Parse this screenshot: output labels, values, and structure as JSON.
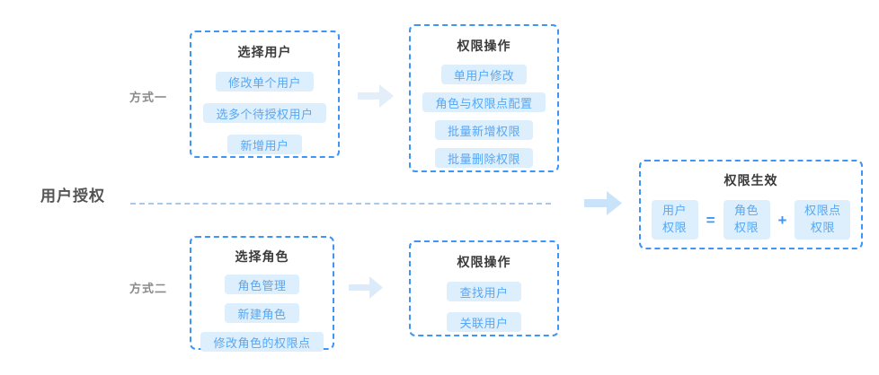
{
  "diagram": {
    "section_label": "用户授权",
    "colors": {
      "card_border": "#3d95f5",
      "pill_bg": "#ddeefc",
      "pill_text": "#56a8f5",
      "title_text": "#3a3a3a",
      "section_label_text": "#545454",
      "branch_label_text": "#8a8a8a",
      "divider": "#a9c9e8",
      "arrow_top": "#e3eef9",
      "arrow_bottom": "#dcebfb",
      "arrow_middle": "#c9e3fb",
      "background": "#ffffff"
    },
    "branches": [
      {
        "label": "方式一",
        "steps": [
          {
            "title": "选择用户",
            "items": [
              "修改单个用户",
              "选多个待授权用户",
              "新增用户"
            ]
          },
          {
            "title": "权限操作",
            "items": [
              "单用户修改",
              "角色与权限点配置",
              "批量新增权限",
              "批量删除权限"
            ]
          }
        ]
      },
      {
        "label": "方式二",
        "steps": [
          {
            "title": "选择角色",
            "items": [
              "角色管理",
              "新建角色",
              "修改角色的权限点"
            ]
          },
          {
            "title": "权限操作",
            "items": [
              "查找用户",
              "关联用户"
            ]
          }
        ]
      }
    ],
    "result": {
      "title": "权限生效",
      "formula": [
        {
          "type": "term",
          "line1": "用户",
          "line2": "权限"
        },
        {
          "type": "operator",
          "symbol": "="
        },
        {
          "type": "term",
          "line1": "角色",
          "line2": "权限"
        },
        {
          "type": "operator",
          "symbol": "+"
        },
        {
          "type": "term",
          "line1": "权限点",
          "line2": "权限"
        }
      ]
    }
  }
}
